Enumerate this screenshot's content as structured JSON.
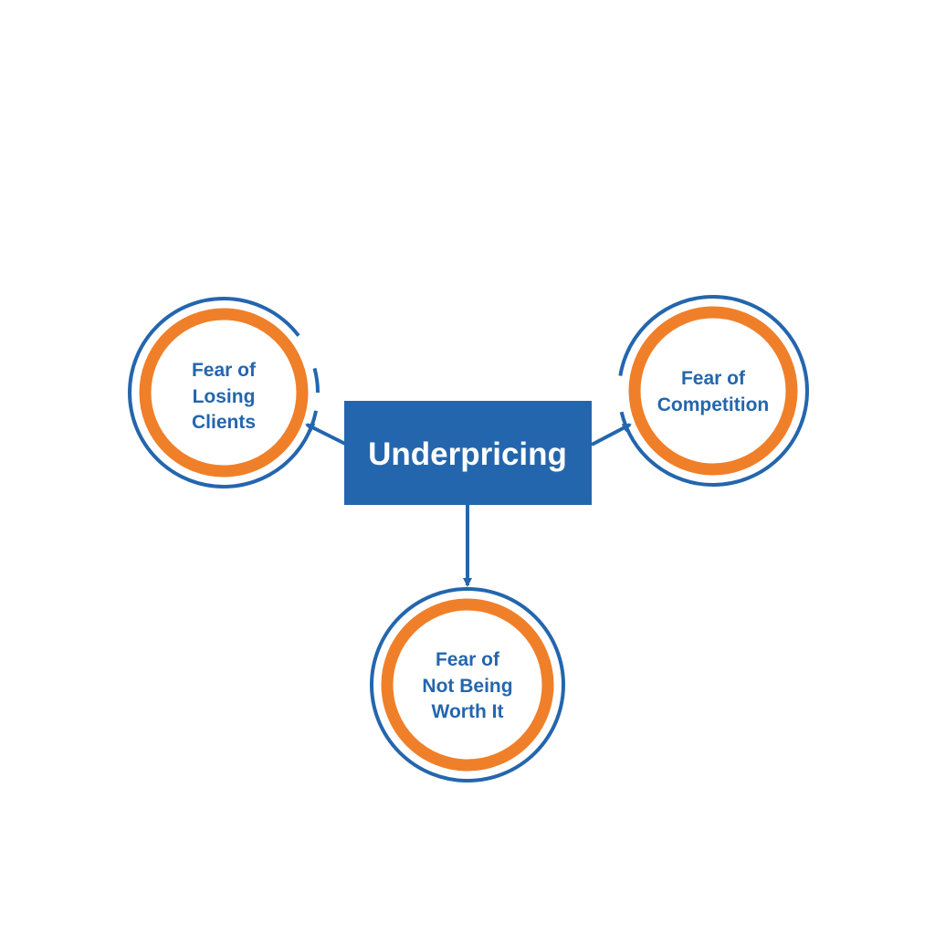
{
  "center": {
    "label": "Underpricing"
  },
  "nodes": [
    {
      "lines": [
        "Fear of",
        "Losing",
        "Clients"
      ]
    },
    {
      "lines": [
        "Fear of",
        "Competition"
      ]
    },
    {
      "lines": [
        "Fear of",
        "Not Being",
        "Worth It"
      ]
    }
  ],
  "colors": {
    "blue": "#2466ad",
    "orange": "#f07f2a"
  }
}
